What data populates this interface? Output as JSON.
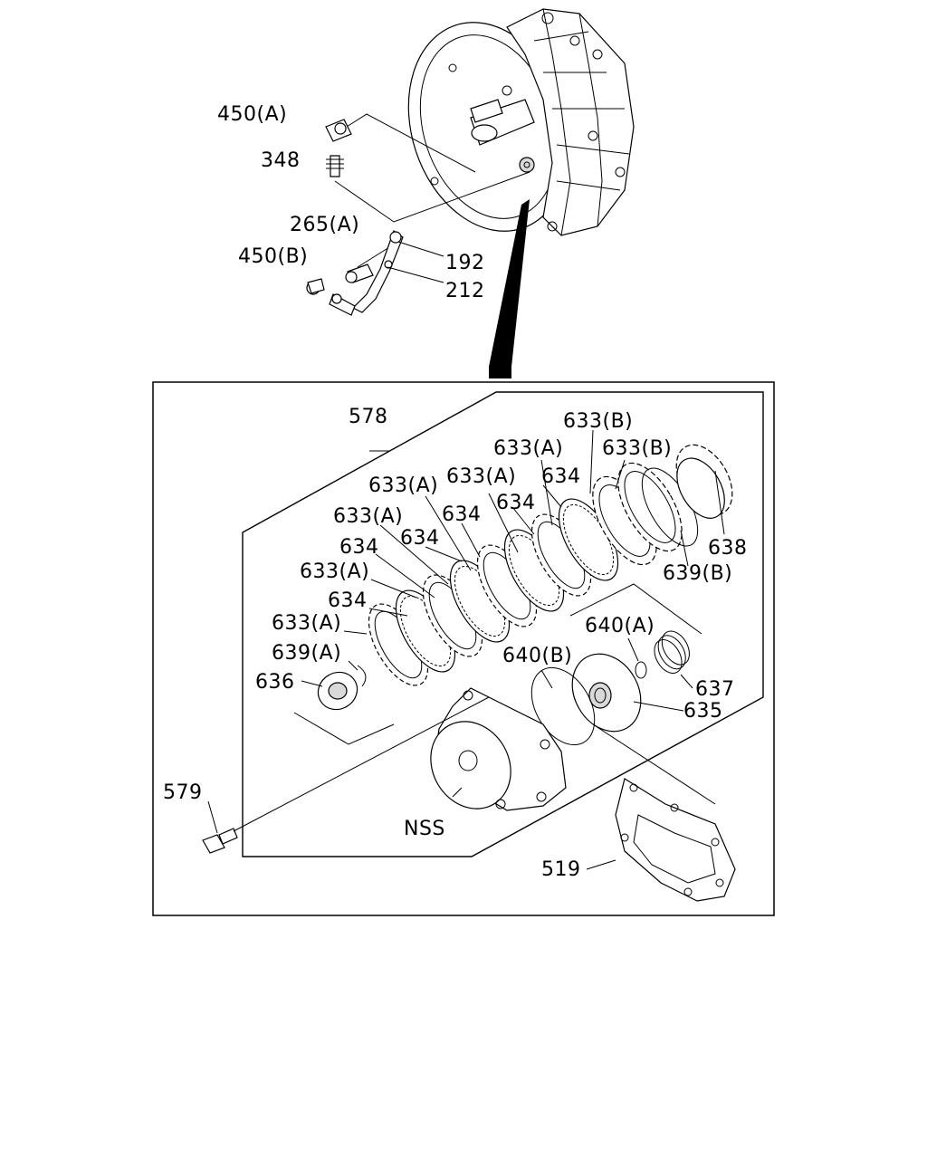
{
  "labels": {
    "l450a": "450(A)",
    "l348": "348",
    "l265a": "265(A)",
    "l450b": "450(B)",
    "l192": "192",
    "l212": "212",
    "l578": "578",
    "l633b_1": "633(B)",
    "l633a_1": "633(A)",
    "l633b_2": "633(B)",
    "l633a_2": "633(A)",
    "l633a_3": "633(A)",
    "l634_1": "634",
    "l634_2": "634",
    "l634_3": "634",
    "l633a_4": "633(A)",
    "l634_4": "634",
    "l634_5": "634",
    "l633a_5": "633(A)",
    "l634_6": "634",
    "l633a_6": "633(A)",
    "l639a": "639(A)",
    "l636": "636",
    "l640a": "640(A)",
    "l640b": "640(B)",
    "l637": "637",
    "l635": "635",
    "l638": "638",
    "l639b": "639(B)",
    "l579": "579",
    "lnss": "NSS",
    "l519": "519"
  },
  "colors": {
    "line": "#000000",
    "background": "#ffffff",
    "shade": "#d9d9d9"
  }
}
